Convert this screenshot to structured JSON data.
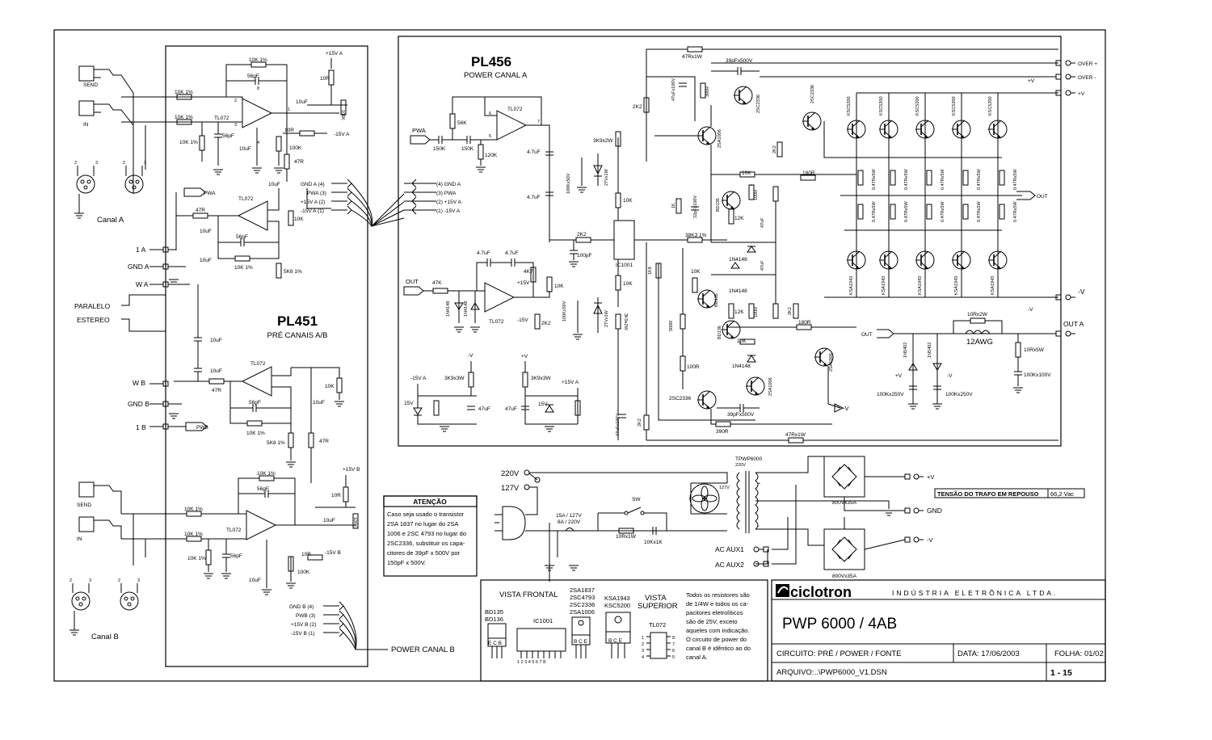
{
  "boards": {
    "pl451": {
      "name": "PL451",
      "subtitle": "PRÉ CANAIS A/B"
    },
    "pl456": {
      "name": "PL456",
      "subtitle": "POWER CANAL A"
    }
  },
  "connectors": {
    "send": "SEND",
    "in": "IN",
    "canal_a": "Canal A",
    "canal_b": "Canal B",
    "one_a": "1 A",
    "gnd_a": "GND A",
    "w_a": "W A",
    "paralelo": "PARALELO",
    "estereo": "ESTEREO",
    "w_b": "W B",
    "gnd_b": "GND B",
    "one_b": "1 B",
    "pwa": "PWA",
    "pwb": "PWB",
    "power_canal_b": "POWER CANAL B",
    "out": "OUT",
    "out_a": "OUT A",
    "over_plus": "OVER +",
    "over_minus": "OVER -",
    "plus_v": "+V",
    "minus_v": "-V",
    "gnd": "GND",
    "ac_aux1": "AC AUX1",
    "ac_aux2": "AC AUX2",
    "v220": "220V",
    "v127": "127V"
  },
  "pl451_header_a": [
    "GND A (4)",
    "PWA (3)",
    "+15V A (2)",
    "-15V A (1)"
  ],
  "pl451_header_b": [
    "GND B (4)",
    "PWB (3)",
    "+15V B (2)",
    "-15V B (1)"
  ],
  "pl456_header": [
    "(4) GND A",
    "(3) PWA",
    "(2) +15V A",
    "(1) -15V A"
  ],
  "parts_pl451": {
    "r10k_1pct": "10K 1%",
    "c56pf": "56pF",
    "tl072": "TL072",
    "c10uf": "10uF",
    "r10r": "10R",
    "r100k": "100K",
    "r47r": "47R",
    "r10k": "10K",
    "r5k6": "5K6 1%",
    "v15a_pos": "+15V A",
    "v15a_neg": "-15V A",
    "v15b_pos": "+15V B",
    "v15b_neg": "-15V B",
    "r1": "1",
    "r8": "8",
    "r4": "4"
  },
  "parts_pl456": {
    "r56k": "56K",
    "r150k": "150K",
    "r120k": "120K",
    "c47uf": "4.7uF",
    "pwa": "PWA",
    "r2k2": "2K2",
    "r3k9_2w": "3K9x2W",
    "r100k_50v": "100Kx50V",
    "z27v": "27Vx1W",
    "r10k": "10K",
    "c100pf": "100pF",
    "ic1001": "IC1001",
    "r4k7": "4K7",
    "v15_pos": "+15V",
    "v15_neg": "-15V",
    "r47k": "47K",
    "d1n4148": "1N4148",
    "r47rx1w": "47Rx1W",
    "c39pf": "39pFx500V",
    "c47uf100v": "47uFx100V",
    "r390r": "390R",
    "q2sa1006": "2SA1006",
    "q2sc2336": "2SC2336",
    "qbd135": "BD135",
    "qbd136": "BD136",
    "r1k": "1K",
    "c22pf": "22pFx100V",
    "r12k": "12K",
    "r100r": "100R",
    "r38k3": "38K3 1%",
    "r1k8": "1K8",
    "r500r": "500R",
    "r180r": "180R",
    "c47uf_s": "47uF",
    "r0_47": "0.47Rx5W",
    "ksc5200": "KSC5200",
    "ksa1943": "KSA1943",
    "r10rx2w": "10Rx2W",
    "l12awg": "12AWG",
    "r10rx5w": "10Rx5W",
    "c100k100v": "100Kx100V",
    "d1n5402": "1N5402",
    "c100k250v": "100Kx250V",
    "r2k2b": "2K2",
    "z15v": "15V",
    "r3k9x3w": "3K9x3W",
    "v15a_neg": "-15V A",
    "v15a_pos": "+15V A"
  },
  "power_supply": {
    "fuse": "15A / 127V",
    "fuse2": "8A / 220V",
    "sw": "SW",
    "r10rx1w": "10Rx1W",
    "c10kx1k": "10Kx1K",
    "trafo": "TPWP6000",
    "bridge": "800Vx35A"
  },
  "warning": {
    "title": "ATENÇÃO",
    "lines": [
      "Caso seja usado o transistor",
      "2SA 1837  no  lugar do  2SA",
      "1006 e 2SC 4793 no lugar do",
      "2SC2336,  substituir os capa-",
      "citores  de  39pF x 500V por",
      "150pF x 500V."
    ]
  },
  "trafo_note": {
    "label": "TENSÃO DO TRAFO EM REPOUSO",
    "value": "66,2 Vac"
  },
  "legend": {
    "vista_frontal": "VISTA FRONTAL",
    "vista_superior": [
      "VISTA",
      "SUPERIOR"
    ],
    "bd": [
      "BD135",
      "BD136"
    ],
    "bd_pins": "E C B",
    "ic": "IC1001",
    "ic_pins": "1 2 3 4 5 6 7 8",
    "sa_group": [
      "2SA1837",
      "2SC4793",
      "2SC2336",
      "2SA1006"
    ],
    "sa_pins": "B C E",
    "ksa_group": [
      "KSA1943",
      "KSC5200"
    ],
    "ksa_pins": "B C E",
    "tl072": "TL072",
    "note": [
      "Todos os resistores são",
      "de 1/4W e  todos  os ca-",
      "pacitores  eletrolíticos",
      "são  de  25V,  exceto",
      "aqueles com indicação.",
      "O circuito de power do",
      "canal B é idêntico ao do",
      "canal A."
    ]
  },
  "title_block": {
    "company": "ciclotron",
    "company_sub": "INDÚSTRIA ELETRÔNICA LTDA.",
    "model": "PWP 6000 / 4AB",
    "circuito": "CIRCUITO: PRÉ / POWER / FONTE",
    "data": "DATA: 17/06/2003",
    "folha": "FOLHA: 01/02",
    "arquivo": "ARQUIVO:..\\PWP6000_V1.DSN",
    "page": "1 - 15"
  }
}
